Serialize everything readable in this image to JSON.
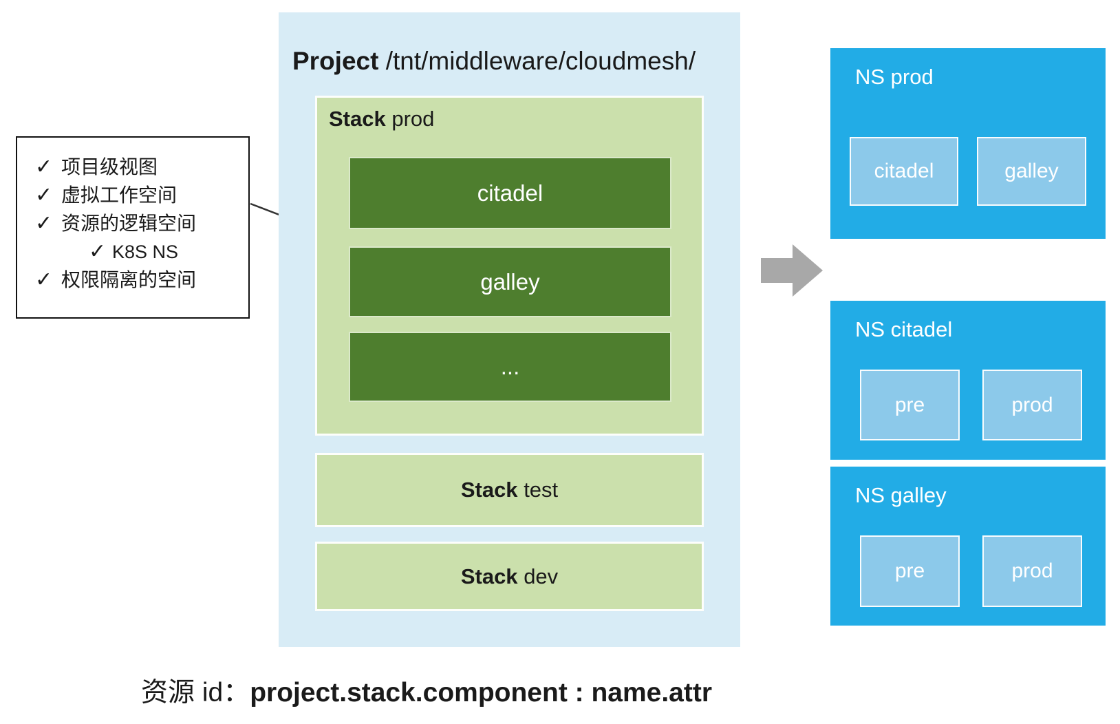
{
  "colors": {
    "project_bg": "#d8ecf6",
    "stack_bg": "#cbe0ac",
    "component_bg": "#4e7e2e",
    "ns_bg": "#22ace6",
    "ns_inner_bg": "#8cc9ea",
    "arrow": "#a8a8a8",
    "text_dark": "#1a1a1a",
    "text_light": "#ffffff"
  },
  "callout": {
    "check_glyph": "✓",
    "items": [
      {
        "label": "项目级视图"
      },
      {
        "label": "虚拟工作空间"
      },
      {
        "label": "资源的逻辑空间"
      },
      {
        "label": "K8S NS"
      },
      {
        "label": "权限隔离的空间"
      }
    ]
  },
  "project": {
    "title_bold": "Project",
    "title_path": "/tnt/middleware/cloudmesh/",
    "stacks": [
      {
        "kind": "Stack",
        "name": "prod",
        "components": [
          "citadel",
          "galley",
          "..."
        ]
      },
      {
        "kind": "Stack",
        "name": "test"
      },
      {
        "kind": "Stack",
        "name": "dev"
      }
    ]
  },
  "namespaces": [
    {
      "title": "NS prod",
      "children": [
        "citadel",
        "galley"
      ]
    },
    {
      "title": "NS citadel",
      "children": [
        "pre",
        "prod"
      ]
    },
    {
      "title": "NS galley",
      "children": [
        "pre",
        "prod"
      ]
    }
  ],
  "footer": {
    "prefix": "资源 id：",
    "format": "project.stack.component : name.attr"
  }
}
